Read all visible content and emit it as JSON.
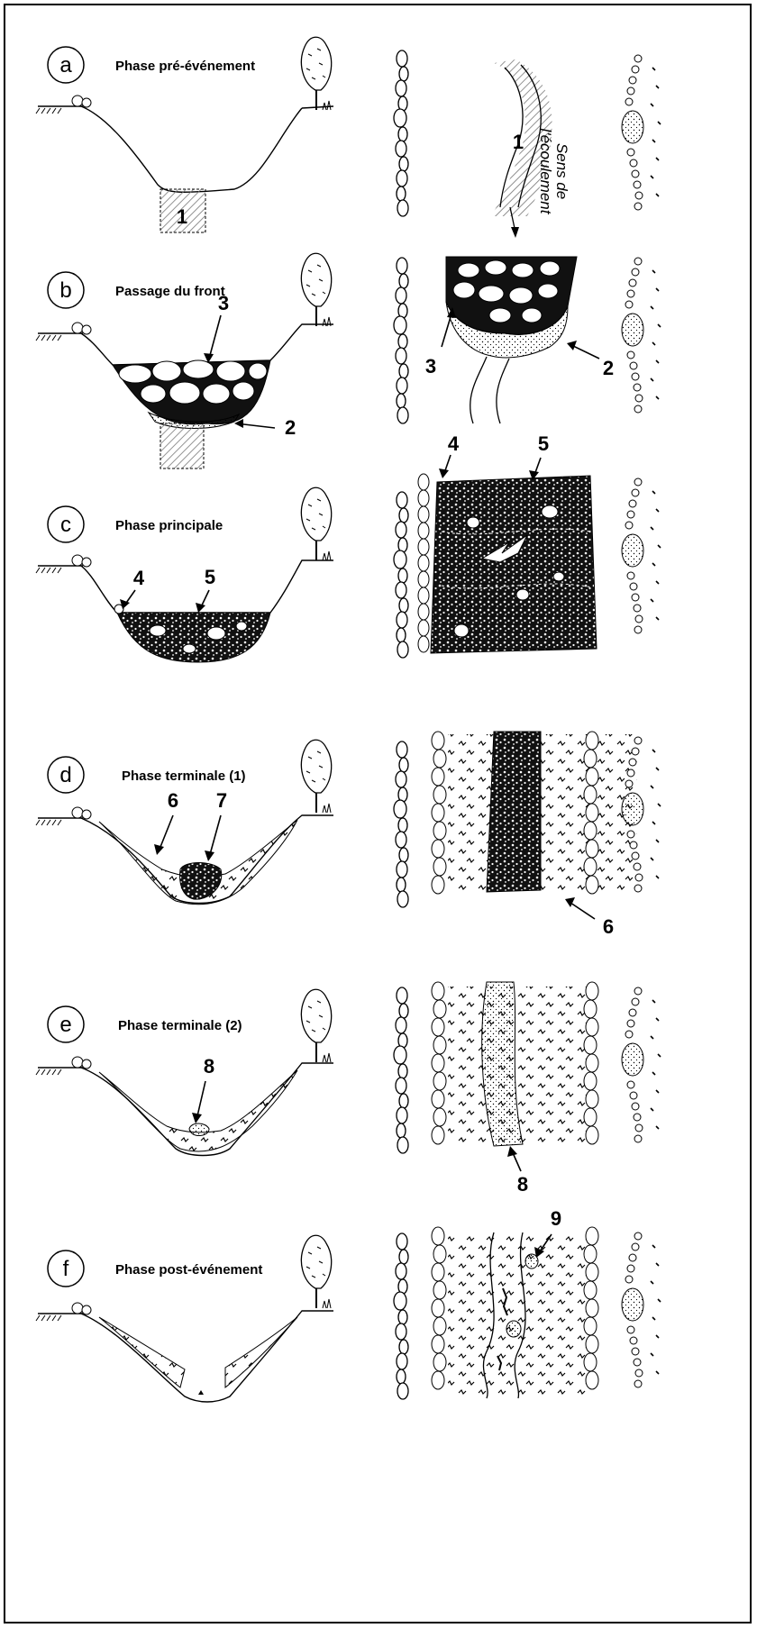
{
  "phases": [
    {
      "letter": "a",
      "title": "Phase pré-événement"
    },
    {
      "letter": "b",
      "title": "Passage du front"
    },
    {
      "letter": "c",
      "title": "Phase principale"
    },
    {
      "letter": "d",
      "title": "Phase terminale (1)"
    },
    {
      "letter": "e",
      "title": "Phase terminale (2)"
    },
    {
      "letter": "f",
      "title": "Phase post-événement"
    }
  ],
  "flow_label": {
    "line1": "Sens de",
    "line2": "l'écoulement"
  },
  "numbers": {
    "a_left_1": "1",
    "a_right_1": "1",
    "b_left_3": "3",
    "b_left_2": "2",
    "b_right_3": "3",
    "b_right_2": "2",
    "c_left_4": "4",
    "c_left_5": "5",
    "c_right_4": "4",
    "c_right_5": "5",
    "d_left_6": "6",
    "d_left_7": "7",
    "d_right_6": "6",
    "e_left_8": "8",
    "e_right_8": "8",
    "f_right_9": "9"
  }
}
